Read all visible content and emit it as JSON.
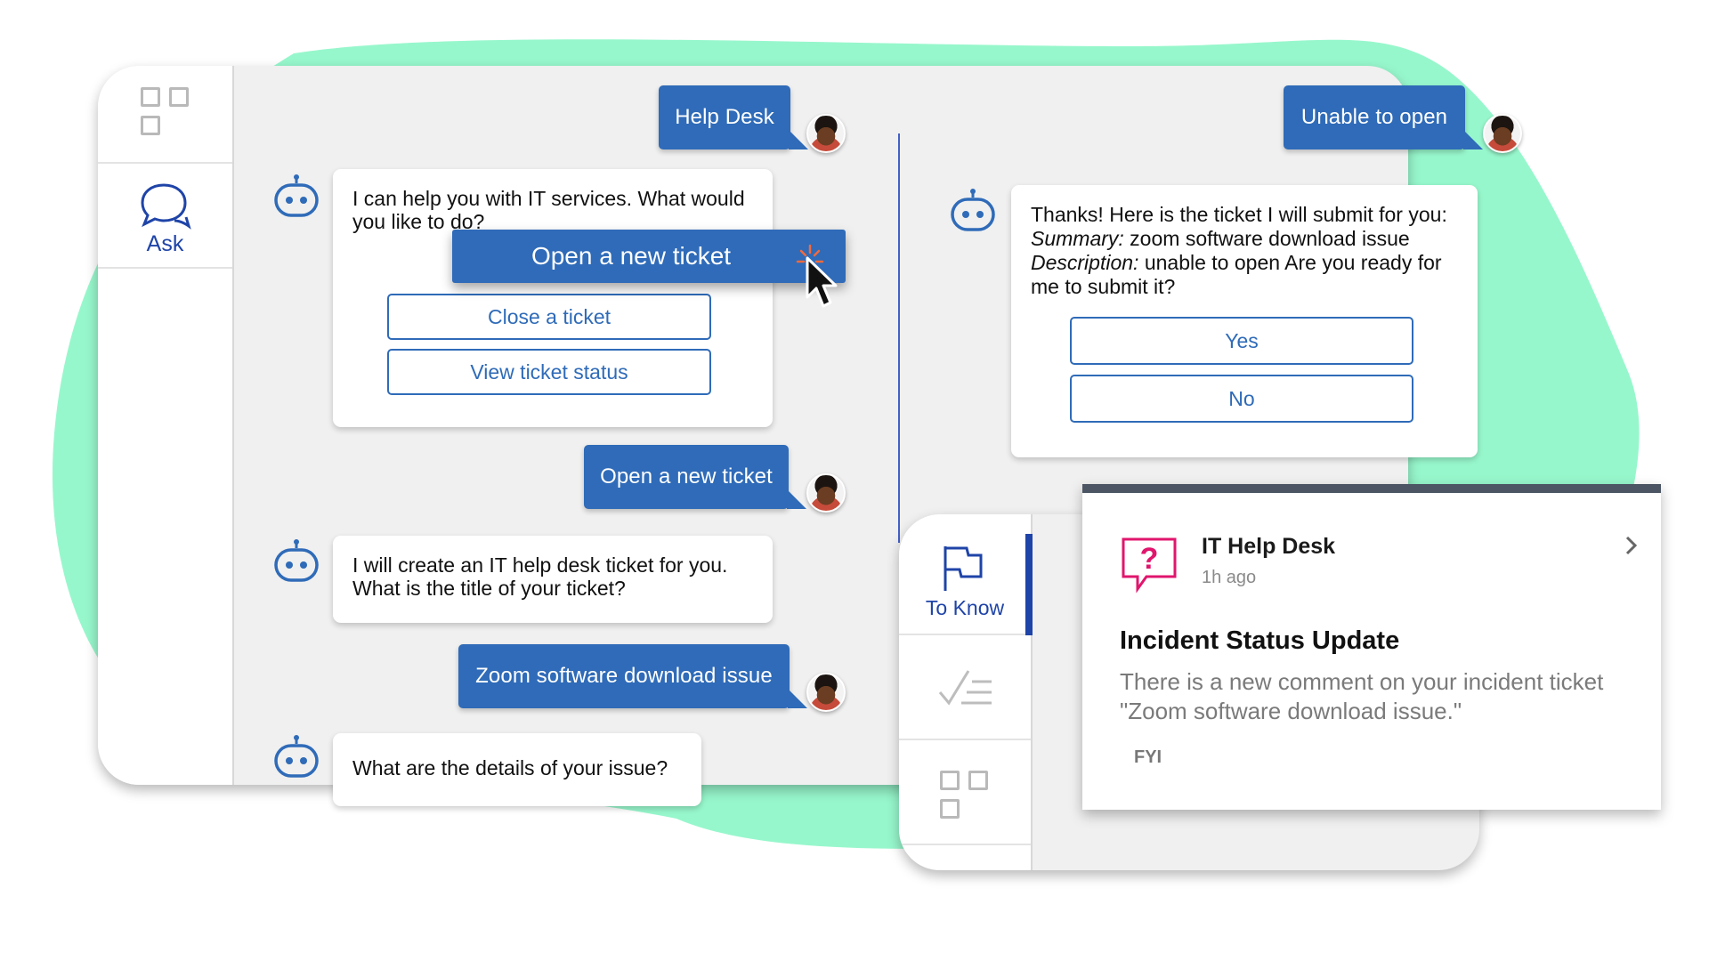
{
  "sidebar": {
    "items": [
      {
        "name": "apps",
        "icon": "grid-icon"
      },
      {
        "name": "ask",
        "icon": "chat-bubbles-icon",
        "label": "Ask"
      }
    ]
  },
  "chat_left": {
    "messages": [
      {
        "from": "user",
        "text": "Help Desk"
      },
      {
        "from": "bot",
        "text": "I can help you with IT services. What would you like to do?"
      },
      {
        "from": "user",
        "text": "Open a new ticket"
      },
      {
        "from": "bot",
        "text": "I will create an IT help desk ticket for you. What is the title of your ticket?"
      },
      {
        "from": "user",
        "text": "Zoom software download issue"
      },
      {
        "from": "bot",
        "text": "What are the details of your issue?"
      }
    ],
    "options": [
      "Open a new ticket",
      "Close a ticket",
      "View ticket status"
    ]
  },
  "chat_right": {
    "messages": [
      {
        "from": "user",
        "text": "Unable to open"
      }
    ],
    "bot_reply": {
      "p1": "Thanks! Here is the ticket I will submit for you: ",
      "summary_label": "Summary:",
      "summary_text": " zoom software download issue ",
      "description_label": "Description:",
      "description_text": " unable to open Are you ready for me to submit it?"
    },
    "options": [
      "Yes",
      "No"
    ]
  },
  "to_know_nav": {
    "items": [
      {
        "name": "to-know",
        "icon": "flag-icon",
        "label": "To Know",
        "active": true
      },
      {
        "name": "tasks",
        "icon": "checklist-icon"
      },
      {
        "name": "apps",
        "icon": "grid-icon"
      }
    ]
  },
  "notification": {
    "source": "IT Help Desk",
    "time": "1h ago",
    "title": "Incident Status Update",
    "body": "There is a new comment on your incident ticket \"Zoom software download issue.\"",
    "tag": "FYI",
    "icon": "question-bubble-icon"
  },
  "colors": {
    "accent": "#2f6bb8",
    "nav_accent": "#1f44a8",
    "blob": "#97f7cc",
    "alert_icon": "#e0166d"
  }
}
